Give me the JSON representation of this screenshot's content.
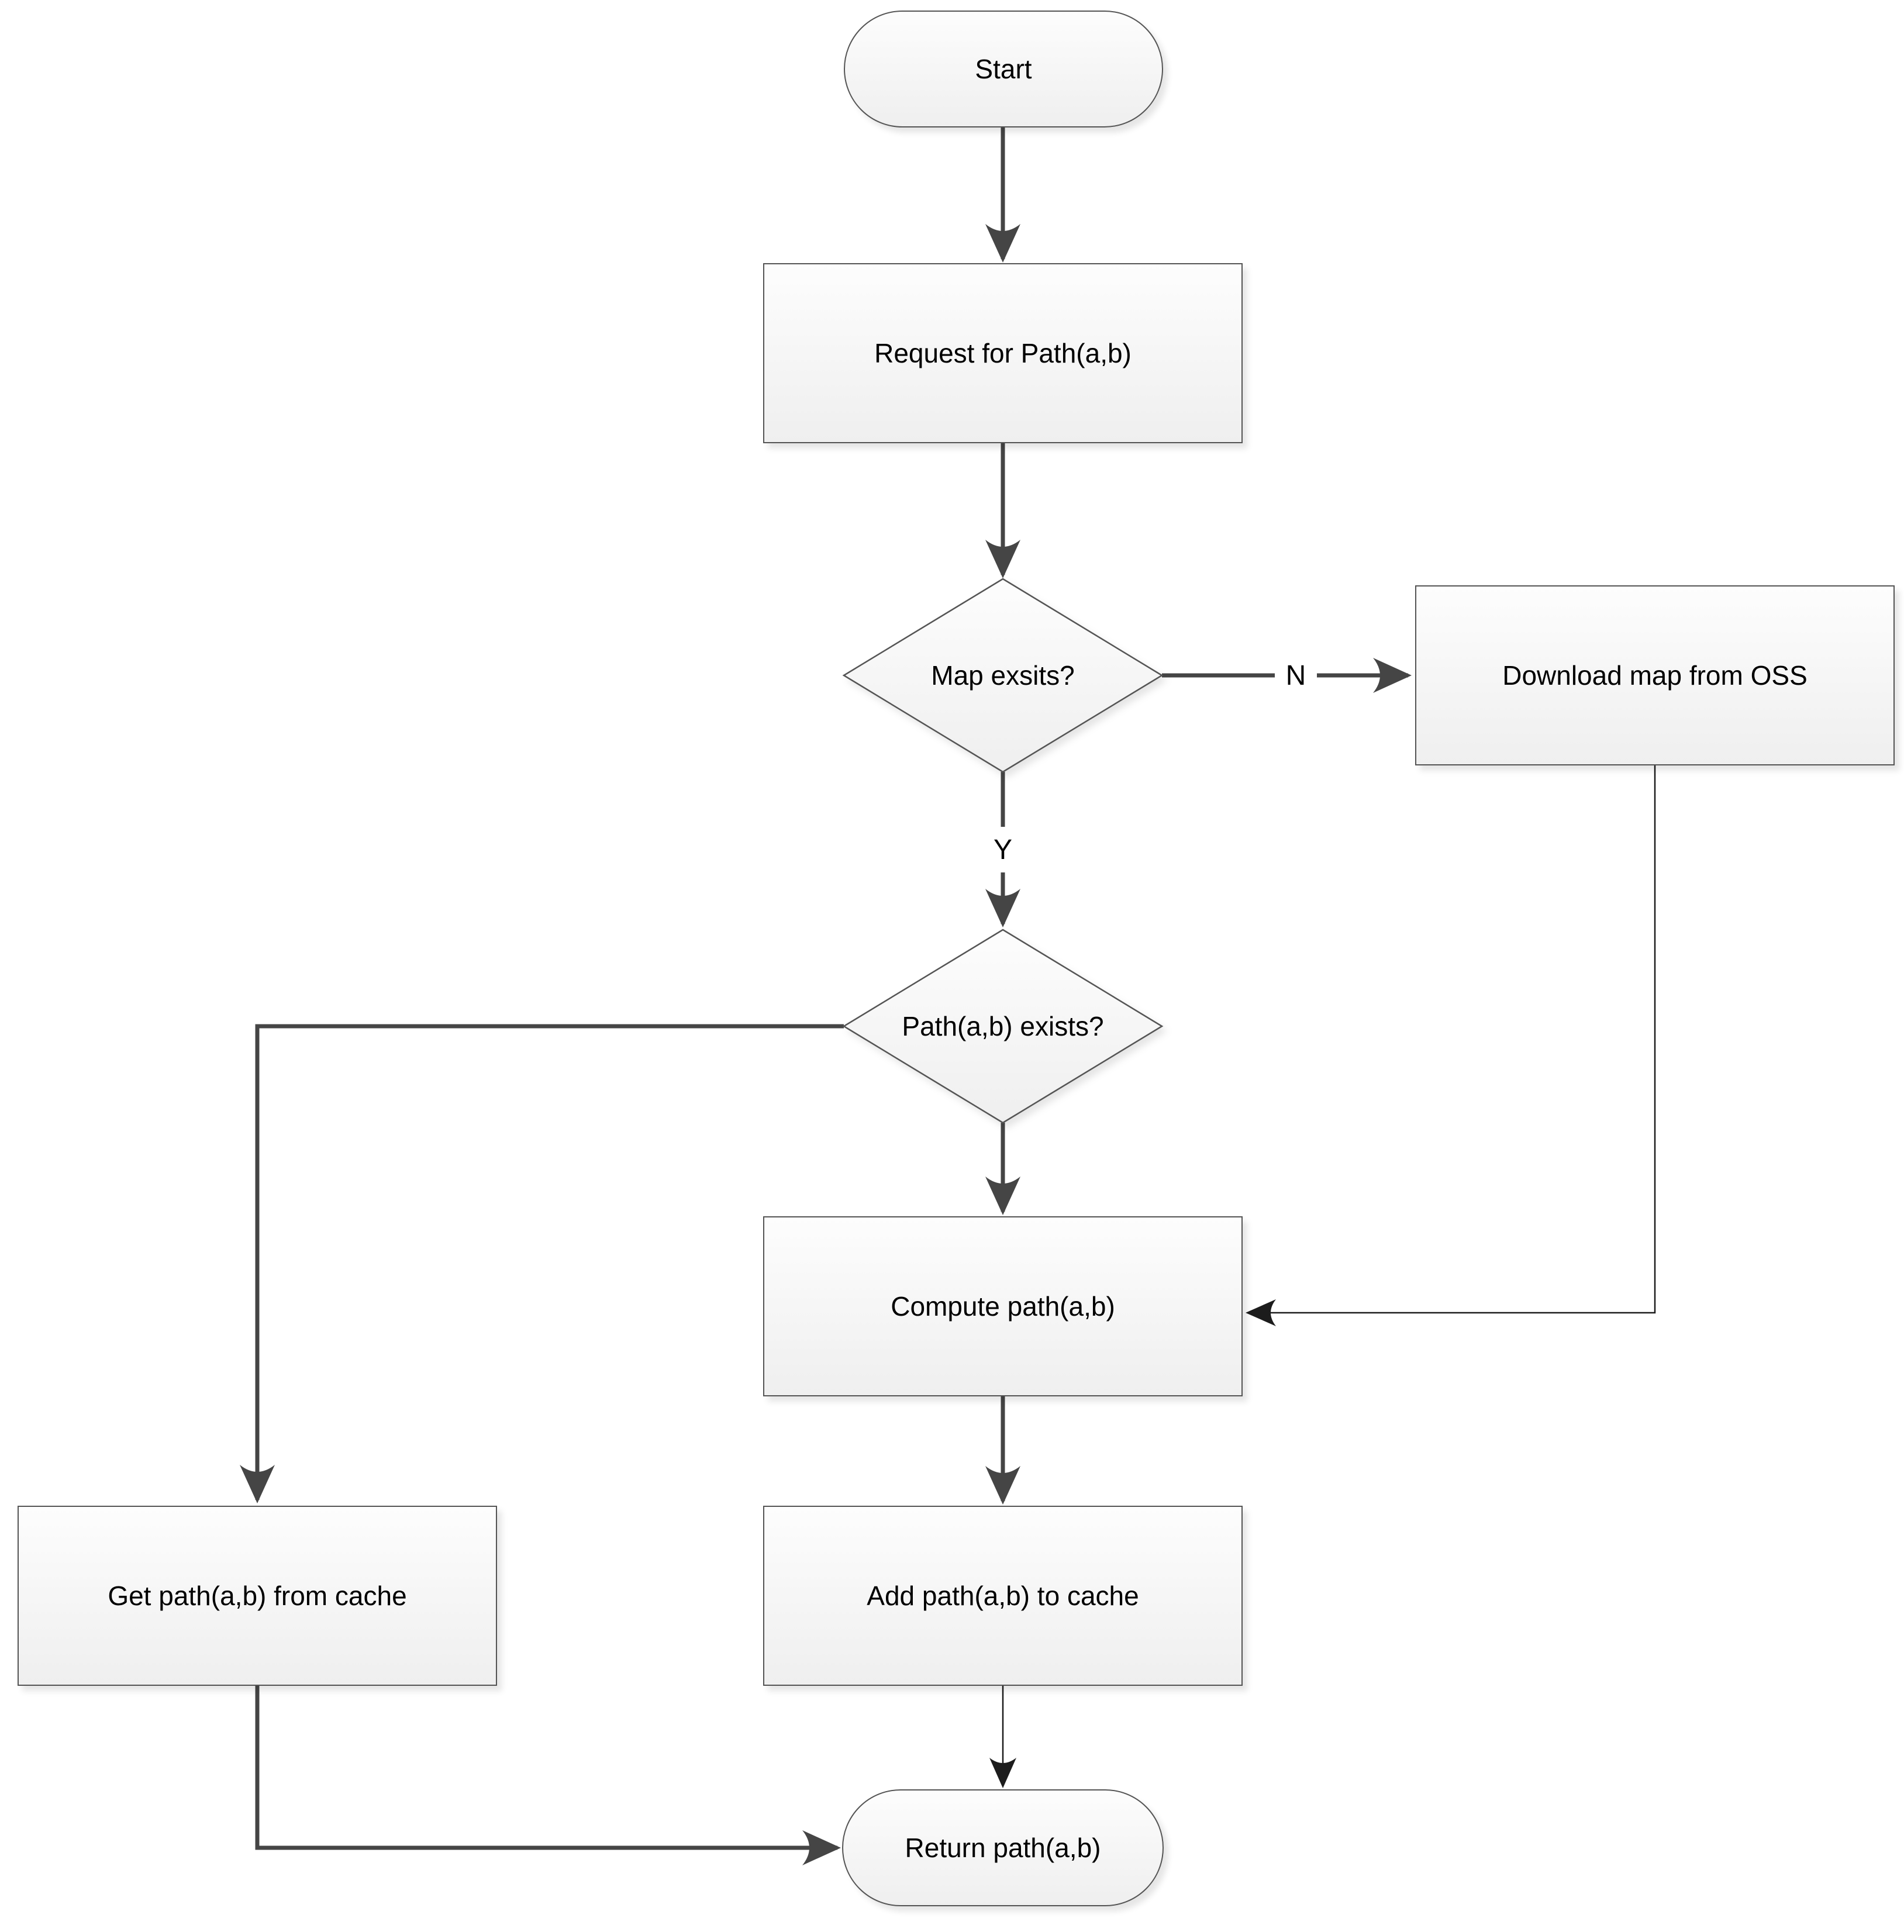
{
  "diagram": {
    "type": "flowchart",
    "colors": {
      "line": "#454545",
      "line_thin": "#1c1c1c",
      "border": "#545454",
      "fill_top": "#fdfdfd",
      "fill_bottom": "#efefef",
      "text": "#000000",
      "bg": "#ffffff"
    },
    "nodes": {
      "start": {
        "label": "Start",
        "shape": "terminator"
      },
      "request": {
        "label": "Request for Path(a,b)",
        "shape": "process"
      },
      "map_exists": {
        "label": "Map exsits?",
        "shape": "decision"
      },
      "download": {
        "label": "Download map from OSS",
        "shape": "process"
      },
      "path_exists": {
        "label": "Path(a,b) exists?",
        "shape": "decision"
      },
      "compute": {
        "label": "Compute path(a,b)",
        "shape": "process"
      },
      "get_cache": {
        "label": "Get path(a,b) from cache",
        "shape": "process"
      },
      "add_cache": {
        "label": "Add path(a,b) to cache",
        "shape": "process"
      },
      "return": {
        "label": "Return path(a,b)",
        "shape": "terminator"
      }
    },
    "edges": {
      "map_no_label": "N",
      "map_yes_label": "Y"
    }
  }
}
